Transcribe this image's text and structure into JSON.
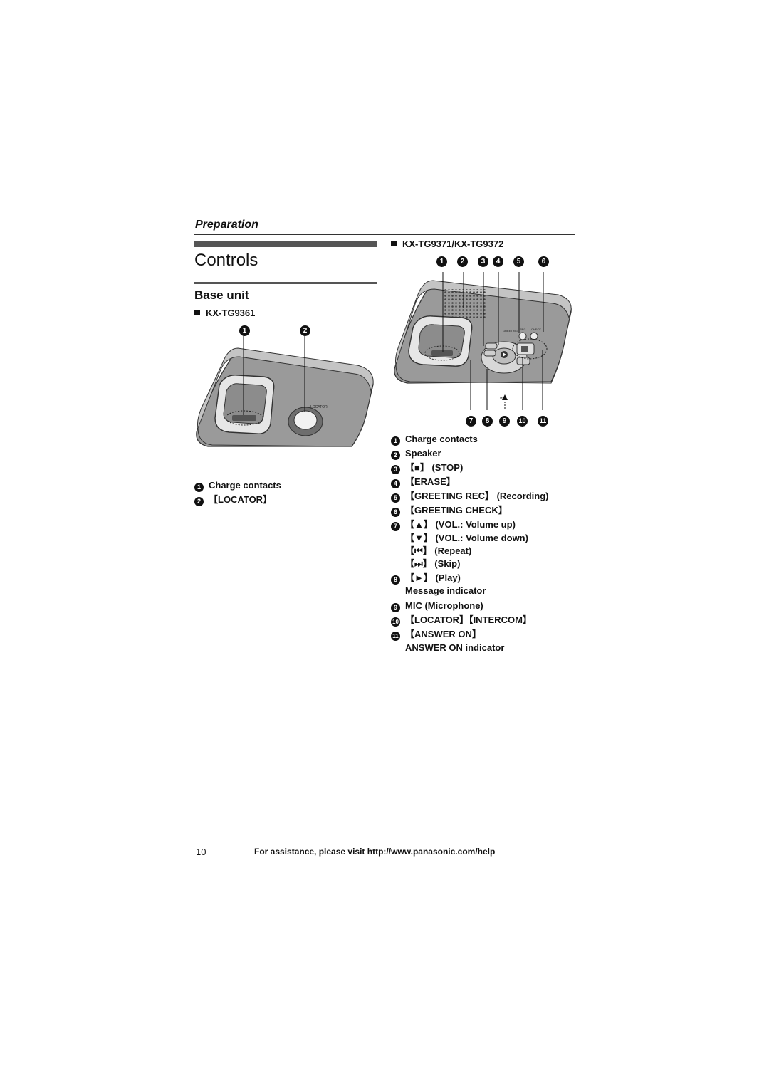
{
  "header": {
    "section": "Preparation"
  },
  "page": {
    "title": "Controls",
    "subtitle": "Base unit"
  },
  "left": {
    "model": "KX-TG9361",
    "callouts": [
      "1",
      "2"
    ],
    "items": [
      {
        "num": "1",
        "text": "Charge contacts"
      },
      {
        "num": "2",
        "text": "【LOCATOR】"
      }
    ],
    "device_label": "LOCATOR"
  },
  "right": {
    "model": "KX-TG9371/KX-TG9372",
    "callouts_top": [
      "1",
      "2",
      "3",
      "4",
      "5",
      "6"
    ],
    "callouts_bottom": [
      "7",
      "8",
      "9",
      "10",
      "11"
    ],
    "device_labels": {
      "greeting": "GREETING",
      "rec": "REC",
      "check": "CHECK",
      "mic": "MIC"
    },
    "items": [
      {
        "num": "1",
        "text": "Charge contacts"
      },
      {
        "num": "2",
        "text": "Speaker"
      },
      {
        "num": "3",
        "text": "【■】 (STOP)"
      },
      {
        "num": "4",
        "text": "【ERASE】"
      },
      {
        "num": "5",
        "text": "【GREETING REC】 (Recording)"
      },
      {
        "num": "6",
        "text": "【GREETING CHECK】"
      },
      {
        "num": "7",
        "text": "【▲】 (VOL.: Volume up)"
      },
      {
        "num": "",
        "text": "【▼】 (VOL.: Volume down)"
      },
      {
        "num": "",
        "text": "【⏮】 (Repeat)"
      },
      {
        "num": "",
        "text": "【⏭】 (Skip)"
      },
      {
        "num": "8",
        "text": "【►】 (Play)"
      },
      {
        "num": "",
        "text": "Message indicator"
      },
      {
        "num": "9",
        "text": "MIC (Microphone)"
      },
      {
        "num": "10",
        "text": "【LOCATOR】【INTERCOM】"
      },
      {
        "num": "11",
        "text": "【ANSWER ON】"
      },
      {
        "num": "",
        "text": "ANSWER ON indicator"
      }
    ]
  },
  "footer": {
    "page_number": "10",
    "text": "For assistance, please visit http://www.panasonic.com/help"
  }
}
